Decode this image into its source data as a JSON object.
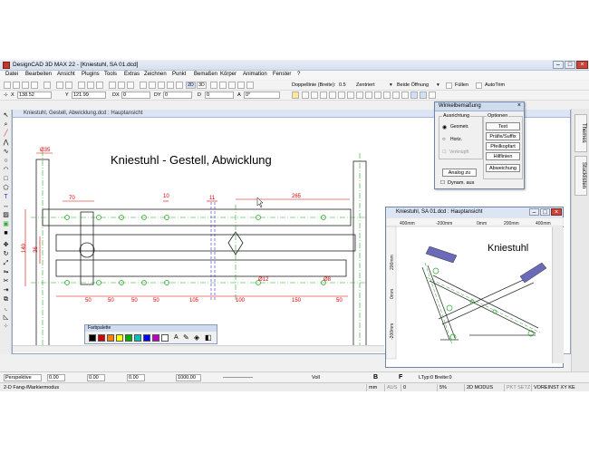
{
  "window": {
    "title": "DesignCAD 3D MAX 22 - [Kniestuhl, SA 01.dcd]"
  },
  "menu": [
    "Datei",
    "Bearbeiten",
    "Ansicht",
    "Plugins",
    "Tools",
    "Extras",
    "Zeichnen",
    "Punkt",
    "Bemaßen",
    "Körper",
    "Animation",
    "Fenster",
    "?"
  ],
  "toolbar1": {
    "btn_2d": "2D",
    "btn_3d": "3D",
    "doppellinie_label": "Doppellinie (Breite):",
    "doppellinie_value": "0.5",
    "alignment": "Zentriert",
    "opening": "Beide Öffnung",
    "fill_label": "Füllen",
    "autotrim_label": "AutoTrim"
  },
  "coords": {
    "x_label": "X",
    "x_value": "138.52",
    "y_label": "Y",
    "y_value": "121.99",
    "dx_label": "DX",
    "dx_value": "0",
    "dy_label": "DY",
    "dy_value": "0",
    "d_label": "D",
    "d_value": "0",
    "a_label": "A",
    "a_value": "0°"
  },
  "doc1": {
    "title": "Kniestuhl, Gestell, Abwicklung.dcd : Hauptansicht",
    "heading": "Kniestuhl - Gestell, Abwicklung",
    "dims": {
      "d35": "Ø35",
      "d70": "70",
      "d10": "10",
      "d11": "11",
      "d265": "265",
      "d140": "140",
      "d36": "36",
      "d12": "Ø12",
      "d8": "Ø8",
      "b50a": "50",
      "b50b": "50",
      "b50c": "50",
      "b50d": "50",
      "b105": "105",
      "b100": "100",
      "b150": "150",
      "b50e": "50"
    }
  },
  "dialog": {
    "title": "Winkelbemaßung",
    "group_ausrichtung": "Ausrichtung",
    "opt1": "Geometr.",
    "opt2": "Horiz.",
    "verknuepft": "Verknüpft",
    "group_optionen": "Optionen",
    "btn_text": "Text",
    "btn_prefix": "Präfix/Suffix",
    "btn_pfeil": "Pfeilkopfart",
    "btn_hilf": "Hilflinien",
    "btn_abw": "Abweichung",
    "btn_analog": "Analog zu",
    "dynam": "Dynam. aus"
  },
  "doc2": {
    "title": "Kniestuhl, SA 01.dcd : Hauptansicht",
    "label": "Kniestuhl",
    "ruler_top": [
      "400mm",
      "-200mm",
      "0mm",
      "200mm",
      "400mm"
    ],
    "ruler_left": [
      "200mm",
      "0mm",
      "-200mm"
    ]
  },
  "farbpalette": {
    "title": "Farbpalette",
    "colors": [
      "#000000",
      "#d40000",
      "#ff8000",
      "#ffff00",
      "#00b000",
      "#00c0c0",
      "#0000ff",
      "#c000c0",
      "#ffffff"
    ]
  },
  "dock_tabs": [
    "Themes",
    "Stucklisten"
  ],
  "bottom": {
    "view": "Perspektive",
    "v1": "0.00",
    "v2": "0.00",
    "v3": "0.00",
    "v4": "1000.00",
    "linetype": "Voll",
    "bold": "B",
    "font": "F",
    "ltyp": "LTyp:0 Breite:0"
  },
  "status": {
    "mode": "2-D Fang-/Markiermodus",
    "unit": "mm",
    "aus": "AUS",
    "zero": "0",
    "pct": "5%",
    "modus": "2D MODUS",
    "pkt": "PKT SETZ",
    "vorei": "VOREINST XY KE"
  }
}
